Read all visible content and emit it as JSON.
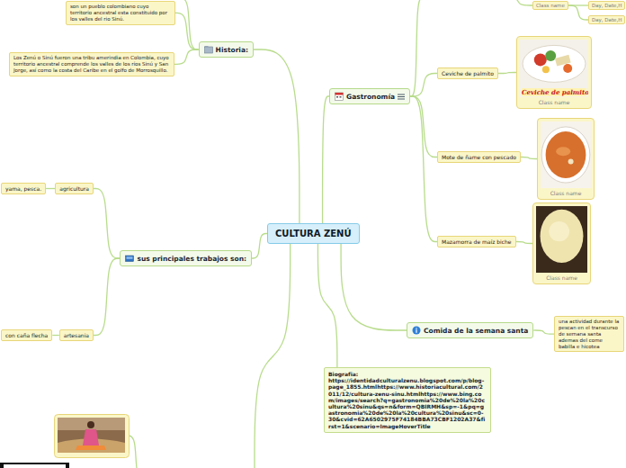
{
  "diagram": {
    "nodes": [
      {
        "text": [
          "CULTURA ZENÚ"
        ]
      },
      {
        "text": [
          "Historia:"
        ]
      },
      {
        "text": [
          "son un pueblo colombiano cuyo territorio ancestral esta constituido por los valles del rio Sinú."
        ]
      },
      {
        "text": [
          "Los Zenú o Sinú fueron una tribu amerindia en Colombia, cuyo territorio ancestral comprende los valles de los ríos Sinú y San Jorge, así como la costa del Caribe en el golfo de Morrosquillo."
        ]
      },
      {
        "text": [
          "Gastronomía"
        ]
      },
      {
        "text": [
          "Class name"
        ]
      },
      {
        "text": [
          "Day, Date,H"
        ]
      },
      {
        "text": [
          "Day, Date,H"
        ]
      },
      {
        "text": [
          "Ceviche de palmito"
        ]
      },
      {
        "text": [
          "Ceviche de palmito",
          "Class name"
        ]
      },
      {
        "text": [
          "Mote de ñame con pescado"
        ]
      },
      {
        "text": [
          "Class name"
        ]
      },
      {
        "text": [
          "Mazamorra de maíz biche"
        ]
      },
      {
        "text": [
          "Class name"
        ]
      },
      {
        "text": [
          "sus principales trabajos son:"
        ]
      },
      {
        "text": [
          "agricultura"
        ]
      },
      {
        "text": [
          "yama, pesca."
        ]
      },
      {
        "text": [
          "artesania"
        ]
      },
      {
        "text": [
          "con caña flecha"
        ]
      },
      {
        "text": [
          "Comida de la semana santa"
        ]
      },
      {
        "text": [
          "una actividad durante la pescan en el transcurso de semana santa ademas del come babilla e hicotea"
        ]
      },
      {
        "text": [
          "Biografia:",
          "https://identidadculturalzenu.blogspot.com/p/blog-page_1855.htmlhttps://www.historiacultural.com/2011/12/cultura-zenu-sinu.htmlhttps://www.bing.com/images/search?q=gastronomia%20de%20la%20cultura%20sinu&qs=n&form=QBIRMH&sp=-1&pq=gastronomia%20de%20la%20cultura%20sinu&sc=0-30&cvid=62A6502975F74184BBA73CBF1202A37&first=1&scenario=ImageHoverTitle"
        ]
      }
    ],
    "edges": [
      {
        "from": 0,
        "to": 1,
        "arrow": "none"
      },
      {
        "from": 1,
        "to": 2,
        "arrow": "none"
      },
      {
        "from": 1,
        "to": 3,
        "arrow": "none"
      },
      {
        "from": 0,
        "to": 4,
        "arrow": "none"
      },
      {
        "from": 4,
        "to": 8,
        "arrow": "none"
      },
      {
        "from": 4,
        "to": 10,
        "arrow": "none"
      },
      {
        "from": 4,
        "to": 12,
        "arrow": "none"
      },
      {
        "from": 8,
        "to": 9,
        "arrow": "none"
      },
      {
        "from": 10,
        "to": 11,
        "arrow": "none"
      },
      {
        "from": 12,
        "to": 13,
        "arrow": "none"
      },
      {
        "from": 5,
        "to": 6,
        "arrow": "none"
      },
      {
        "from": 5,
        "to": 7,
        "arrow": "none"
      },
      {
        "from": 0,
        "to": 14,
        "arrow": "none"
      },
      {
        "from": 14,
        "to": 15,
        "arrow": "none"
      },
      {
        "from": 15,
        "to": 16,
        "arrow": "none"
      },
      {
        "from": 14,
        "to": 17,
        "arrow": "none"
      },
      {
        "from": 17,
        "to": 18,
        "arrow": "none"
      },
      {
        "from": 0,
        "to": 19,
        "arrow": "none"
      },
      {
        "from": 19,
        "to": 20,
        "arrow": "none"
      },
      {
        "from": 0,
        "to": 21,
        "arrow": "none"
      }
    ]
  }
}
